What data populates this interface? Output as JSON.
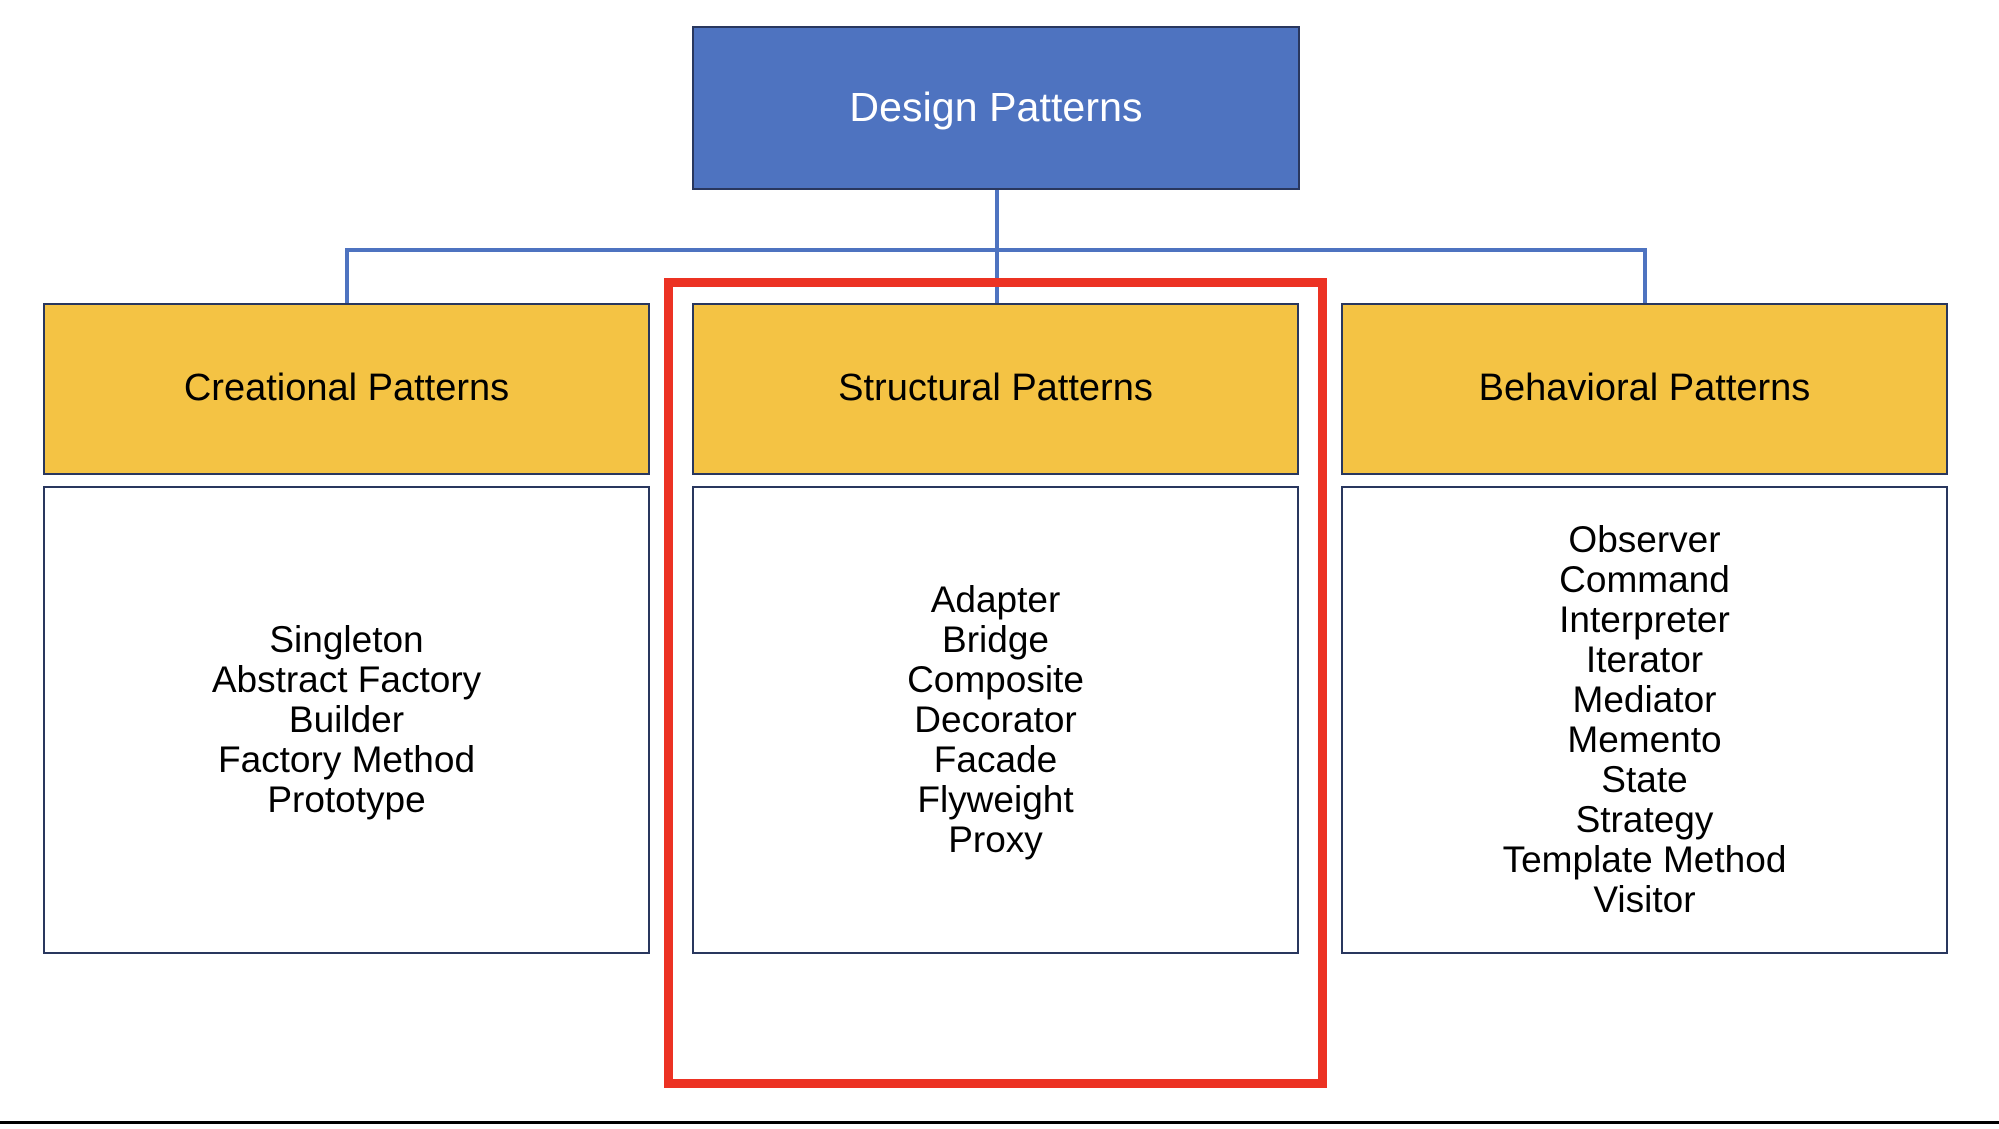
{
  "diagram": {
    "title": "Design Patterns",
    "root": {
      "label": "Design Patterns",
      "fill": "#4E73C0",
      "text_color": "#FFFFFF",
      "border_color": "#29375E"
    },
    "categories": [
      {
        "id": "creational",
        "header": "Creational Patterns",
        "highlighted": false,
        "patterns": [
          "Singleton",
          "Abstract Factory",
          "Builder",
          "Factory Method",
          "Prototype"
        ]
      },
      {
        "id": "structural",
        "header": "Structural Patterns",
        "highlighted": true,
        "patterns": [
          "Adapter",
          "Bridge",
          "Composite",
          "Decorator",
          "Facade",
          "Flyweight",
          "Proxy"
        ]
      },
      {
        "id": "behavioral",
        "header": "Behavioral Patterns",
        "highlighted": false,
        "patterns": [
          "Observer",
          "Command",
          "Interpreter",
          "Iterator",
          "Mediator",
          "Memento",
          "State",
          "Strategy",
          "Template Method",
          "Visitor"
        ]
      }
    ],
    "colors": {
      "root_fill": "#4E73C0",
      "category_fill": "#F4C344",
      "box_border": "#29375E",
      "connector": "#4E73C0",
      "highlight": "#EC3223",
      "body_fill": "#FFFFFF",
      "text": "#000000",
      "rule": "#000000"
    }
  }
}
